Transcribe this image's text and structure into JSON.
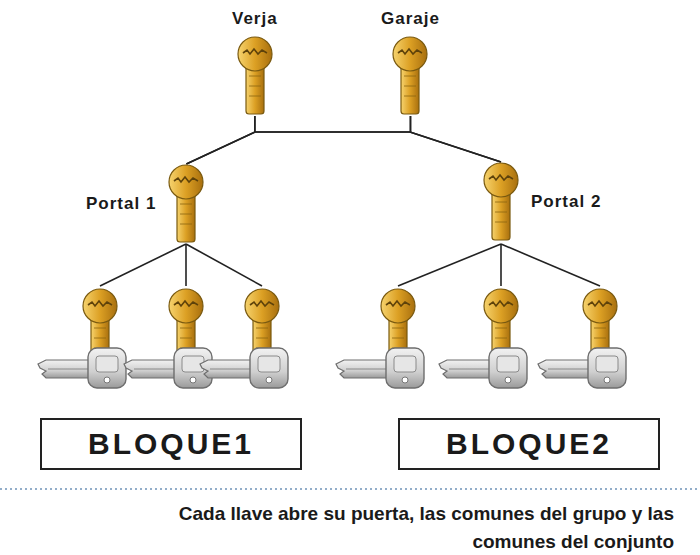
{
  "diagram": {
    "caption": "Cada llave abre su puerta, las comunes del grupo y las comunes del conjunto",
    "nodes": [
      {
        "text": [
          "Verja"
        ]
      },
      {
        "text": [
          "Garaje"
        ]
      },
      {
        "text": [
          "Portal 1"
        ]
      },
      {
        "text": [
          "Portal 2"
        ]
      },
      {
        "text": [
          "BLOQUE1"
        ]
      },
      {
        "text": [
          "BLOQUE2"
        ]
      }
    ],
    "edges": [
      {
        "from": 0,
        "to": 2,
        "arrow": "none"
      },
      {
        "from": 0,
        "to": 3,
        "arrow": "none"
      },
      {
        "from": 1,
        "to": 2,
        "arrow": "none"
      },
      {
        "from": 1,
        "to": 3,
        "arrow": "none"
      }
    ]
  }
}
